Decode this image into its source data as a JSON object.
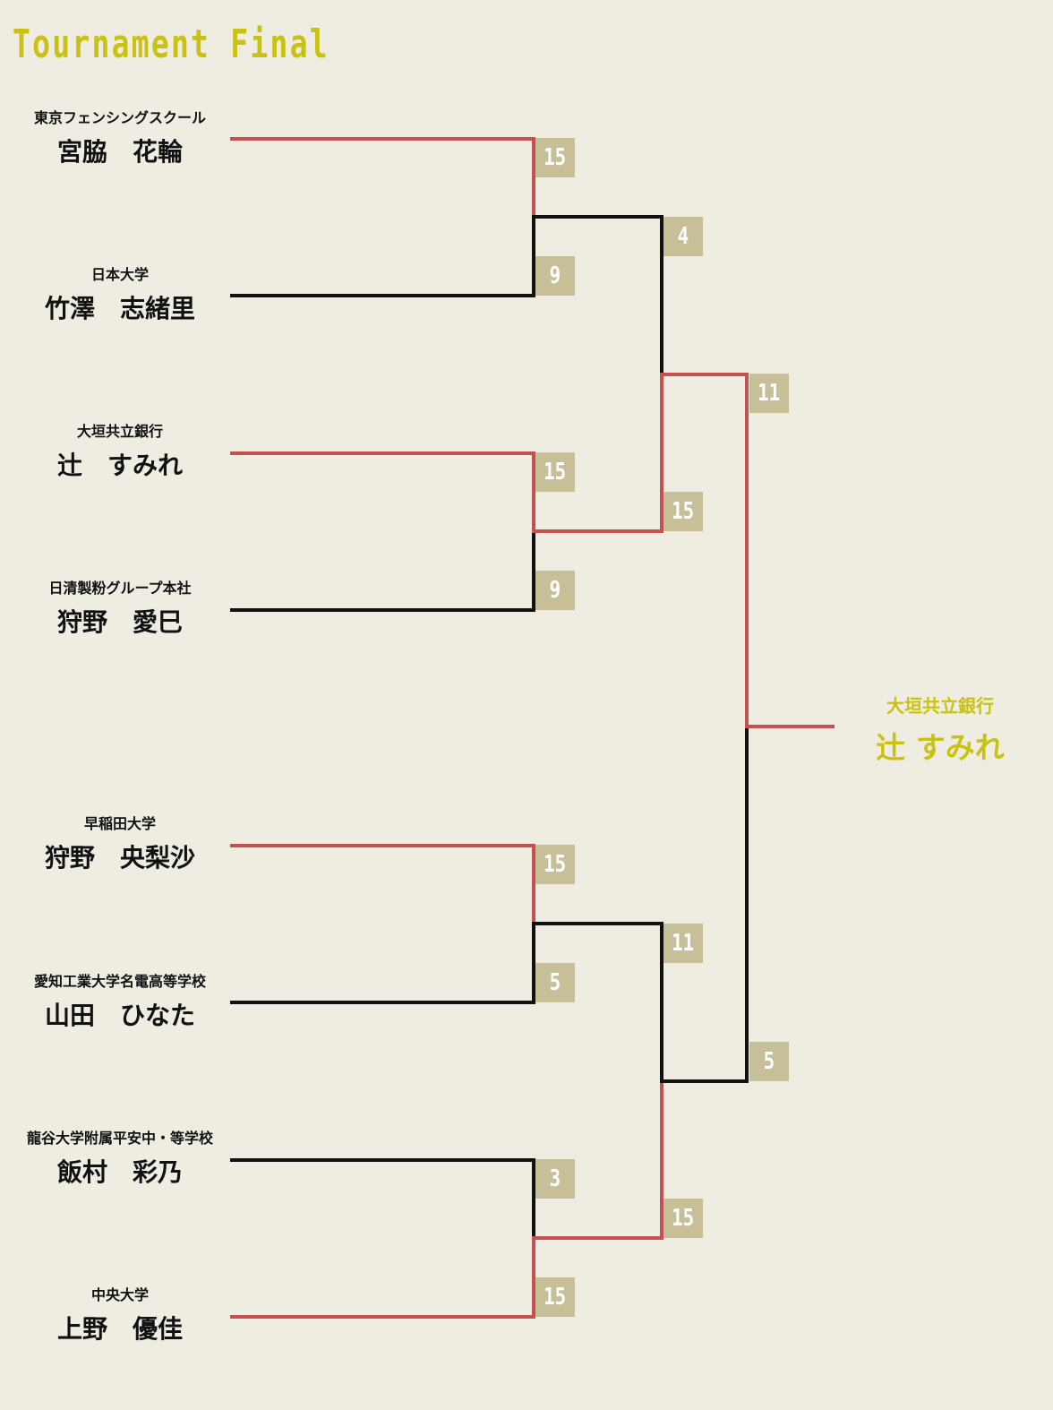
{
  "title": "Tournament Final",
  "colors": {
    "background": "#efece2",
    "title": "#c9c213",
    "winner_line": "#c4504f",
    "loser_line": "#111111",
    "score_box": "#c7bf98",
    "score_text": "#ffffff",
    "champion": "#c9c213"
  },
  "players": [
    {
      "team": "東京フェンシングスクール",
      "name": "宮脇　花輪"
    },
    {
      "team": "日本大学",
      "name": "竹澤　志緒里"
    },
    {
      "team": "大垣共立銀行",
      "name": "辻　すみれ"
    },
    {
      "team": "日清製粉グループ本社",
      "name": "狩野　愛巳"
    },
    {
      "team": "早稲田大学",
      "name": "狩野　央梨沙"
    },
    {
      "team": "愛知工業大学名電高等学校",
      "name": "山田　ひなた"
    },
    {
      "team": "龍谷大学附属平安中・等学校",
      "name": "飯村　彩乃"
    },
    {
      "team": "中央大学",
      "name": "上野　優佳"
    }
  ],
  "quarterfinals": [
    {
      "scores": [
        15,
        9
      ],
      "winner": 0
    },
    {
      "scores": [
        15,
        9
      ],
      "winner": 0
    },
    {
      "scores": [
        15,
        5
      ],
      "winner": 0
    },
    {
      "scores": [
        3,
        15
      ],
      "winner": 1
    }
  ],
  "semifinals": [
    {
      "scores": [
        4,
        15
      ],
      "winner": 1
    },
    {
      "scores": [
        11,
        15
      ],
      "winner": 1
    }
  ],
  "final": {
    "scores": [
      11,
      5
    ],
    "winner": 0
  },
  "champion": {
    "team": "大垣共立銀行",
    "name": "辻 すみれ"
  }
}
